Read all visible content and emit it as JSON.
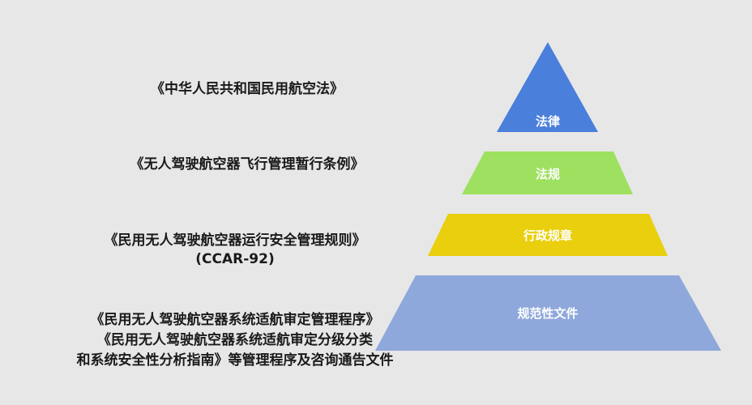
{
  "pyramid": {
    "tiers": [
      {
        "label": "法律",
        "color": "#4a7fdb"
      },
      {
        "label": "法规",
        "color": "#9ee05f"
      },
      {
        "label": "行政规章",
        "color": "#e9cf0d"
      },
      {
        "label": "规范性文件",
        "color": "#8fa8db"
      }
    ]
  },
  "documents": {
    "law": "《中华人民共和国民用航空法》",
    "regulation": "《无人驾驶航空器飞行管理暂行条例》",
    "rule_line1": "《民用无人驾驶航空器运行安全管理规则》",
    "rule_line2": "(CCAR-92)",
    "normative_line1": "《民用无人驾驶航空器系统适航审定管理程序》",
    "normative_line2": "《民用无人驾驶航空器系统适航审定分级分类",
    "normative_line3": "和系统安全性分析指南》等管理程序及咨询通告文件"
  }
}
